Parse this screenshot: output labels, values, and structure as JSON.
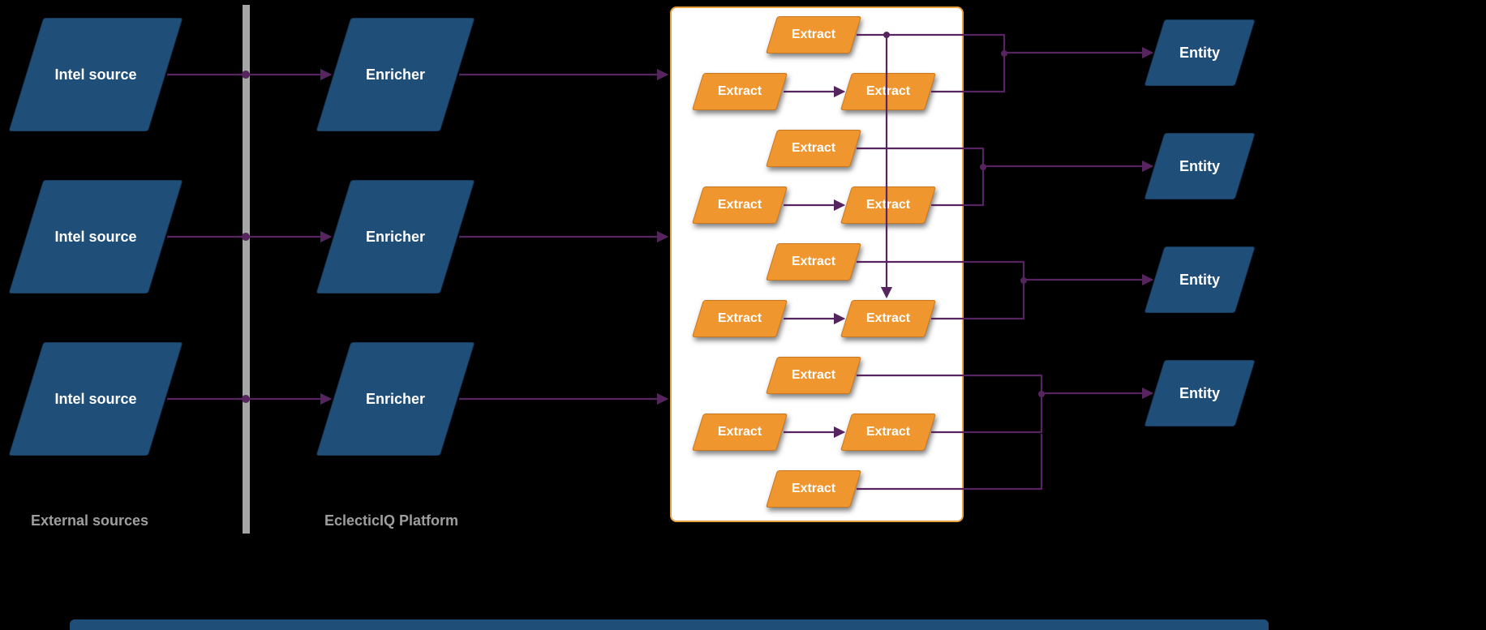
{
  "diagram": {
    "lanes": {
      "external": "External sources",
      "platform": "EclecticIQ Platform"
    },
    "intel_sources": [
      {
        "label": "Intel source"
      },
      {
        "label": "Intel source"
      },
      {
        "label": "Intel source"
      }
    ],
    "enrichers": [
      {
        "label": "Enricher"
      },
      {
        "label": "Enricher"
      },
      {
        "label": "Enricher"
      }
    ],
    "extracts": [
      {
        "label": "Extract"
      },
      {
        "label": "Extract"
      },
      {
        "label": "Extract"
      },
      {
        "label": "Extract"
      },
      {
        "label": "Extract"
      },
      {
        "label": "Extract"
      },
      {
        "label": "Extract"
      },
      {
        "label": "Extract"
      },
      {
        "label": "Extract"
      },
      {
        "label": "Extract"
      },
      {
        "label": "Extract"
      },
      {
        "label": "Extract"
      },
      {
        "label": "Extract"
      }
    ],
    "entities": [
      {
        "label": "Entity"
      },
      {
        "label": "Entity"
      },
      {
        "label": "Entity"
      },
      {
        "label": "Entity"
      }
    ]
  },
  "colors": {
    "background": "#000000",
    "node-blue": "#1f4e79",
    "node-blue-border": "#16395c",
    "extract-orange": "#ef962f",
    "extract-orange-border": "#c8761f",
    "panel-bg": "#ffffff",
    "panel-border": "#e8a33d",
    "connector": "#56245e",
    "lane-bar": "#a6a6a6",
    "lane-label": "#9e9e9e"
  }
}
